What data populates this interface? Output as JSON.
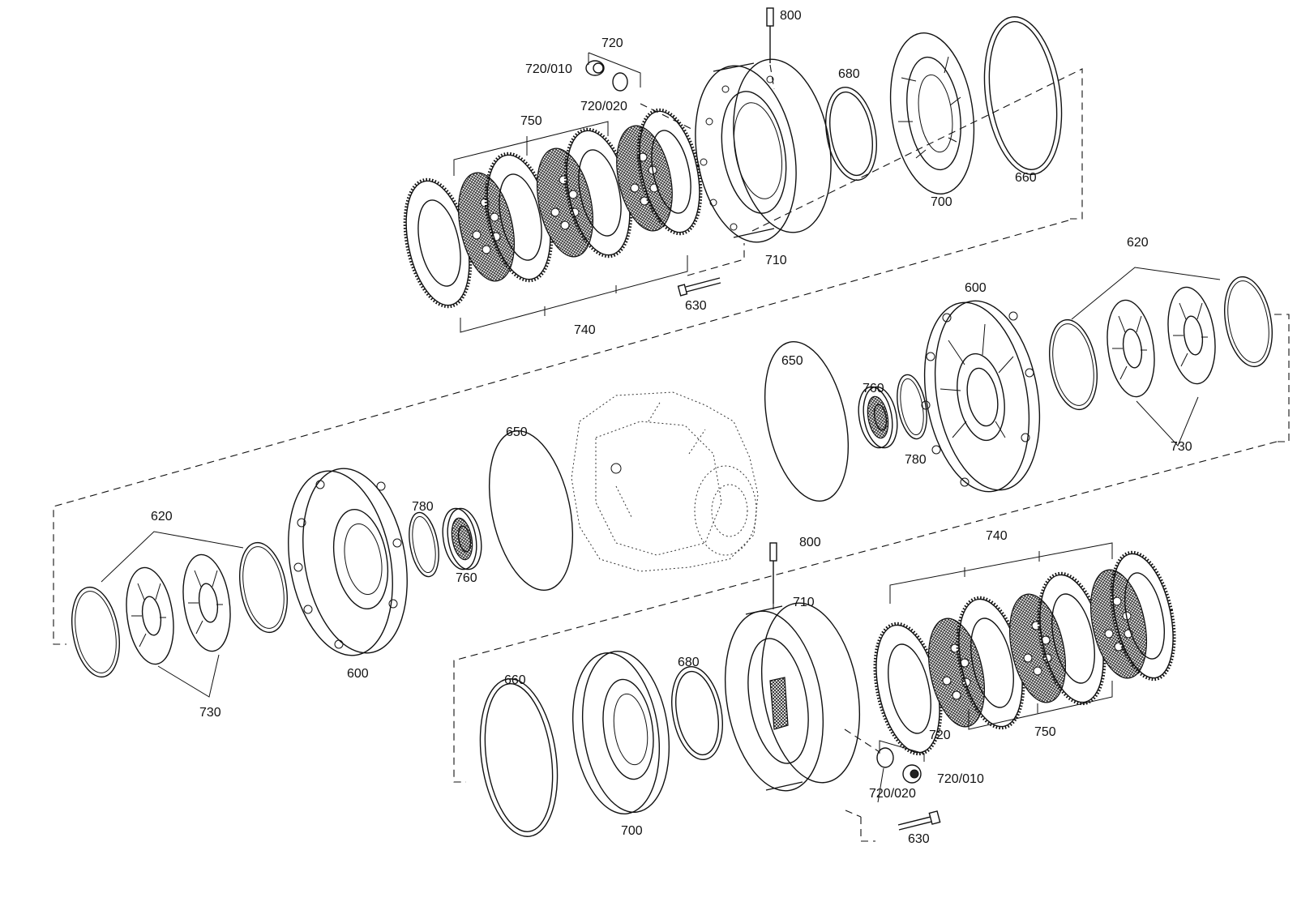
{
  "diagram": {
    "callouts": {
      "c800a": "800",
      "c720a": "720",
      "c720_010a": "720/010",
      "c720_020a": "720/020",
      "c750a": "750",
      "c740a": "740",
      "c630a": "630",
      "c710a": "710",
      "c680a": "680",
      "c700a": "700",
      "c660a": "660",
      "c620a": "620",
      "c600a": "600",
      "c650a": "650",
      "c760a": "760",
      "c780a": "780",
      "c730a": "730",
      "c650b": "650",
      "c780b": "780",
      "c760b": "760",
      "c620b": "620",
      "c600b": "600",
      "c730b": "730",
      "c800b": "800",
      "c710b": "710",
      "c740b": "740",
      "c750b": "750",
      "c660b": "660",
      "c700b": "700",
      "c680b": "680",
      "c720b": "720",
      "c720_020b": "720/020",
      "c720_010b": "720/010",
      "c630b": "630"
    }
  }
}
